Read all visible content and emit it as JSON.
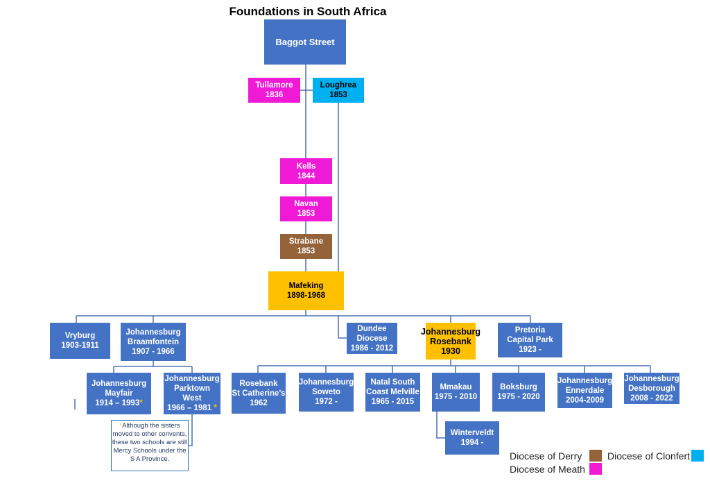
{
  "title": "Foundations in South Africa",
  "colors": {
    "box": "#4472c4",
    "meath": "#f01ad6",
    "clonfert": "#00b0f0",
    "derry": "#94633a",
    "highlight": "#ffc000"
  },
  "nodes": [
    {
      "id": "baggot",
      "text": "Baggot Street"
    },
    {
      "id": "tullamore",
      "text": "Tullamore\n1836"
    },
    {
      "id": "loughrea",
      "text": "Loughrea\n1853"
    },
    {
      "id": "kells",
      "text": "Kells\n1844"
    },
    {
      "id": "navan",
      "text": "Navan\n1853"
    },
    {
      "id": "strabane",
      "text": "Strabane\n1853"
    },
    {
      "id": "mafeking",
      "text": "Mafeking\n1898-1968"
    },
    {
      "id": "vryburg",
      "text": "Vryburg\n1903-1911"
    },
    {
      "id": "braamfontein",
      "text": "Johannesburg\nBraamfontein\n1907 - 1966"
    },
    {
      "id": "dundee",
      "text": "Dundee\nDiocese\n1986 - 2012"
    },
    {
      "id": "rosebank",
      "text": "Johannesburg\nRosebank\n1930"
    },
    {
      "id": "pretoria",
      "text": "Pretoria\nCapital Park\n1923 -"
    },
    {
      "id": "mayfair",
      "text": "Johannesburg\nMayfair\n1914 – 1993",
      "star": "*"
    },
    {
      "id": "parktown",
      "text": "Johannesburg\nParktown West\n1966 – 1981 ",
      "star": "*"
    },
    {
      "id": "stcatherine",
      "text": "Rosebank\nSt Catherine’s\n1962"
    },
    {
      "id": "soweto",
      "text": "Johannesburg\nSoweto\n1972 -"
    },
    {
      "id": "natal",
      "text": "Natal South\nCoast Melville\n1965 - 2015"
    },
    {
      "id": "mmakau",
      "text": "Mmakau\n1975 - 2010"
    },
    {
      "id": "boksburg",
      "text": "Boksburg\n1975 - 2020"
    },
    {
      "id": "ennerdale",
      "text": "Johannesburg\nEnnerdale\n2004-2009"
    },
    {
      "id": "desborough",
      "text": "Johannesburg\nDesborough\n2008 - 2022"
    },
    {
      "id": "winterveldt",
      "text": "Winterveldt\n1994 -"
    }
  ],
  "note": {
    "star": "*",
    "text": "Although the sisters moved to other convents,  these  two schools are still Mercy Schools under the S A Province."
  },
  "legend": {
    "derry": "Diocese of Derry",
    "clonfert": "Diocese of Clonfert",
    "meath": "Diocese of Meath"
  }
}
